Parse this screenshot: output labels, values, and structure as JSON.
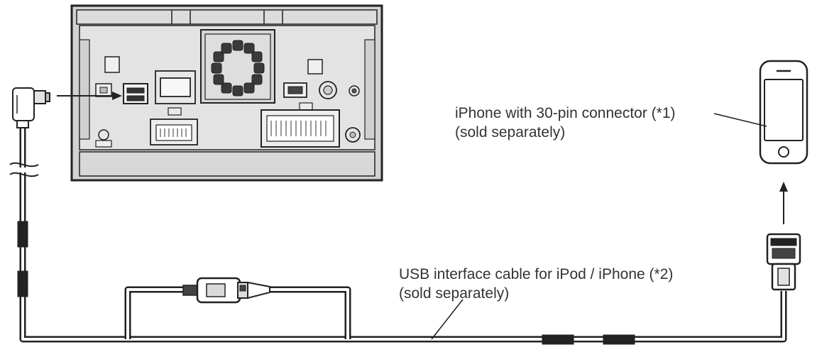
{
  "labels": {
    "iphone": {
      "line1": "iPhone with 30-pin connector (*1)",
      "line2": "(sold separately)"
    },
    "cable": {
      "line1": "USB interface cable for iPod / iPhone (*2)",
      "line2": "(sold separately)"
    }
  },
  "colors": {
    "line": "#222222",
    "unit_fill": "#d4d4d4",
    "unit_inner": "#e9e9e9",
    "cable_fill": "#ffffff"
  }
}
